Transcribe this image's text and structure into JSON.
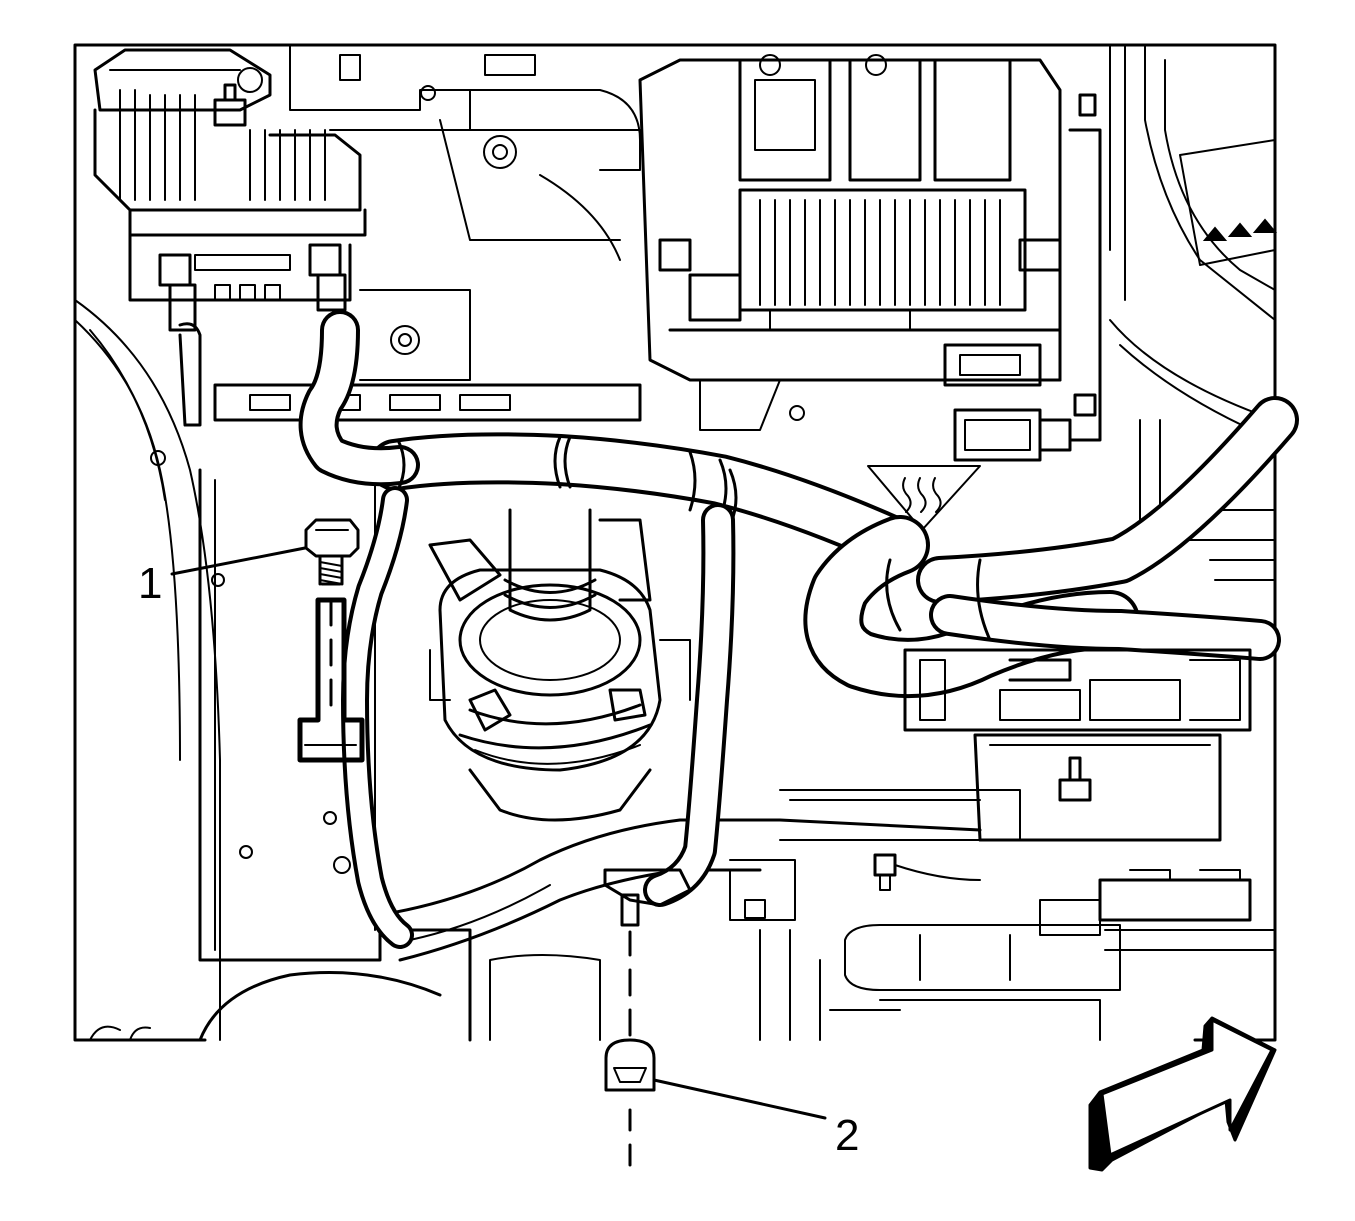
{
  "diagram": {
    "callouts": [
      {
        "id": "1",
        "label": "1"
      },
      {
        "id": "2",
        "label": "2"
      }
    ],
    "colors": {
      "line": "#000000",
      "background": "#ffffff"
    },
    "icons": [
      "direction-arrow-icon"
    ]
  }
}
